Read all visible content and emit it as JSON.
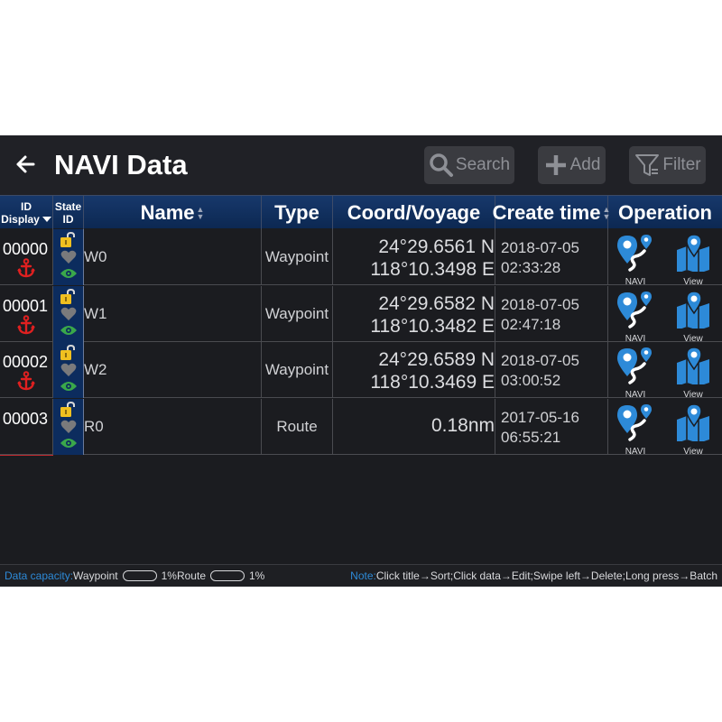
{
  "header": {
    "title": "NAVI Data",
    "buttons": {
      "search": "Search",
      "add": "Add",
      "filter": "Filter"
    }
  },
  "table": {
    "headers": {
      "id_line1": "ID",
      "id_line2": "Display",
      "state_line1": "State",
      "state_line2": "ID",
      "name": "Name",
      "type": "Type",
      "coord": "Coord/Voyage",
      "create_time": "Create time",
      "operation": "Operation"
    },
    "rows": [
      {
        "id": "00000",
        "name": "W0",
        "type": "Waypoint",
        "coord1": "24°29.6561 N",
        "coord2": "118°10.3498 E",
        "date": "2018-07-05",
        "time": "02:33:28",
        "anchor": true
      },
      {
        "id": "00001",
        "name": "W1",
        "type": "Waypoint",
        "coord1": "24°29.6582 N",
        "coord2": "118°10.3482 E",
        "date": "2018-07-05",
        "time": "02:47:18",
        "anchor": true
      },
      {
        "id": "00002",
        "name": "W2",
        "type": "Waypoint",
        "coord1": "24°29.6589 N",
        "coord2": "118°10.3469 E",
        "date": "2018-07-05",
        "time": "03:00:52",
        "anchor": true
      },
      {
        "id": "00003",
        "name": "R0",
        "type": "Route",
        "voyage": "0.18nm",
        "date": "2017-05-16",
        "time": "06:55:21",
        "anchor": false
      }
    ],
    "op_labels": {
      "navi": "NAVI",
      "view": "View"
    }
  },
  "footer": {
    "capacity_label": "Data capacity:",
    "waypoint_label": "Waypoint",
    "waypoint_pct": "1%",
    "route_label": "Route",
    "route_pct": "1%",
    "note_label": "Note:",
    "note_text": "Click title→Sort;Click data→Edit;Swipe left→Delete;Long press→Batch"
  },
  "colors": {
    "accent_blue": "#2d8ad8",
    "header_blue": "#0c2852",
    "anchor_red": "#e02020",
    "lock_yellow": "#f0c020",
    "eye_green": "#3aa84a"
  },
  "icons": [
    "back-arrow-icon",
    "search-icon",
    "plus-icon",
    "filter-icon",
    "anchor-icon",
    "lock-icon",
    "heart-icon",
    "eye-icon",
    "navi-pin-icon",
    "map-view-icon"
  ]
}
